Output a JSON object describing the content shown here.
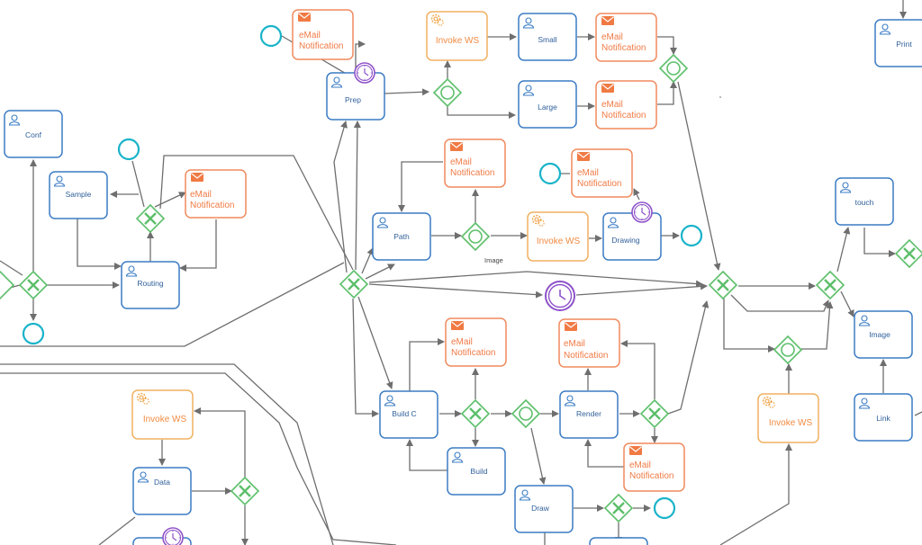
{
  "colors": {
    "task_stroke": "#3b7cc4",
    "email_stroke": "#f08a5d",
    "email_text": "#f07a44",
    "ws_stroke": "#f0b060",
    "ws_text": "#f08a40",
    "gateway": "#5cbf6a",
    "event": "#19b3c9",
    "timer": "#8e52c9",
    "line": "#6e6e6e",
    "task_text": "#2f5f9a"
  },
  "icons": {
    "user_task": "user-icon",
    "email_task": "envelope-icon",
    "service_task": "gear-icon",
    "timer_event": "clock-icon",
    "exclusive_gateway": "x-icon",
    "event_gateway": "circle-icon"
  },
  "diagram": {
    "tasks": {
      "conf": "Conf",
      "sample": "Sample",
      "routing": "Routing",
      "prep": "Prep",
      "path": "Path",
      "small": "Small",
      "large": "Large",
      "drawing": "Drawing",
      "print": "Print",
      "touch": "touch",
      "image": "Image",
      "link": "Link",
      "build_c": "Build C",
      "build": "Build",
      "render": "Render",
      "draw": "Draw",
      "data": "Data"
    },
    "email_label_line1": "eMail",
    "email_label_line2": "Notification",
    "invoke_ws_label": "Invoke WS",
    "edge_labels": {
      "image_branch": "Image"
    }
  }
}
